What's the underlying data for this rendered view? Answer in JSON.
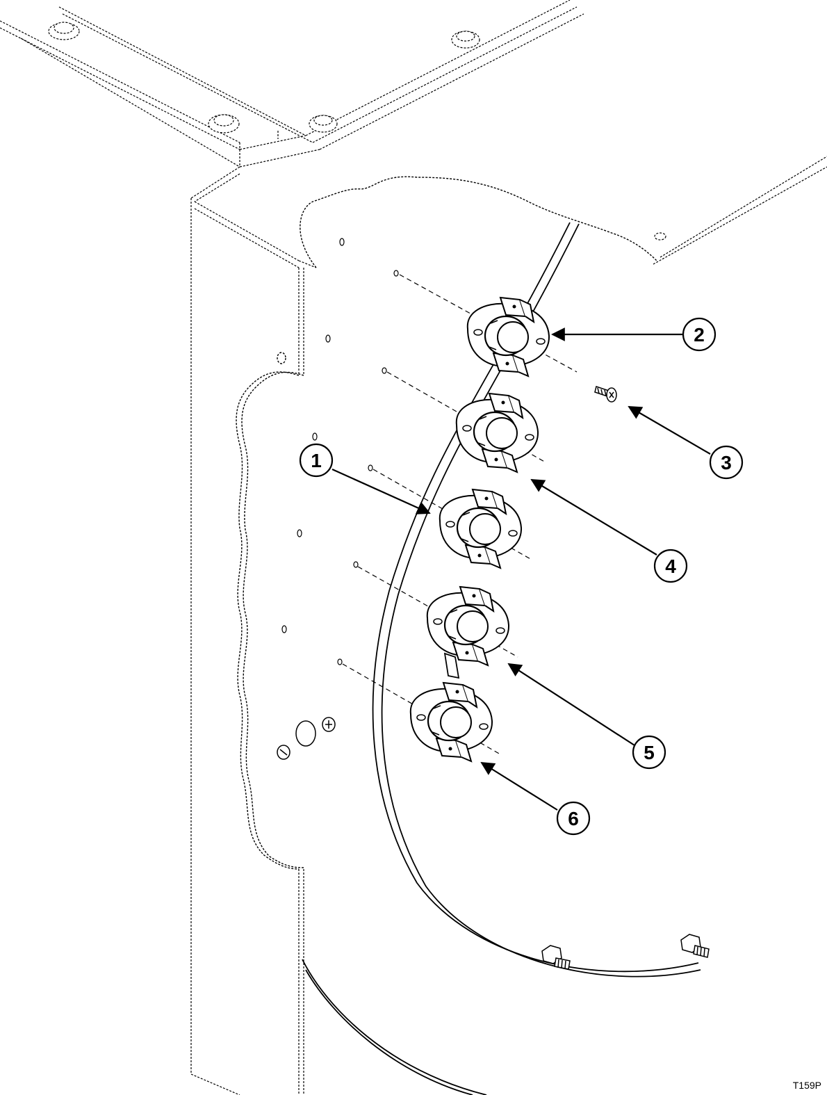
{
  "figure_id": "T159P",
  "callouts": [
    {
      "id": "c1",
      "label": "1"
    },
    {
      "id": "c2",
      "label": "2"
    },
    {
      "id": "c3",
      "label": "3"
    },
    {
      "id": "c4",
      "label": "4"
    },
    {
      "id": "c5",
      "label": "5"
    },
    {
      "id": "c6",
      "label": "6"
    }
  ]
}
